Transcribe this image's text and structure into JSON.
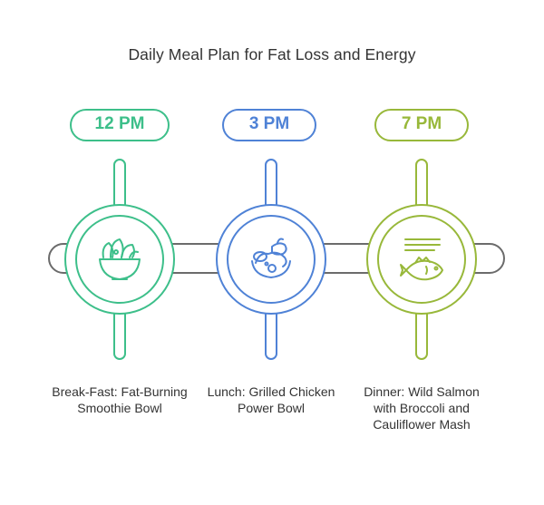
{
  "title": "Daily Meal Plan for Fat Loss and Energy",
  "colors": {
    "green": "#3dbf8a",
    "blue": "#4f82d6",
    "olive": "#98b83a",
    "connector": "#6b6b6b"
  },
  "meals": [
    {
      "time": "12 PM",
      "description": "Break-Fast: Fat-Burning Smoothie Bowl",
      "icon": "salad-bowl-icon",
      "color": "#3dbf8a"
    },
    {
      "time": "3 PM",
      "description": "Lunch: Grilled Chicken Power Bowl",
      "icon": "chicken-bowl-icon",
      "color": "#4f82d6"
    },
    {
      "time": "7 PM",
      "description": "Dinner: Wild Salmon with Broccoli and Cauliflower Mash",
      "icon": "salmon-fish-icon",
      "color": "#98b83a"
    }
  ]
}
